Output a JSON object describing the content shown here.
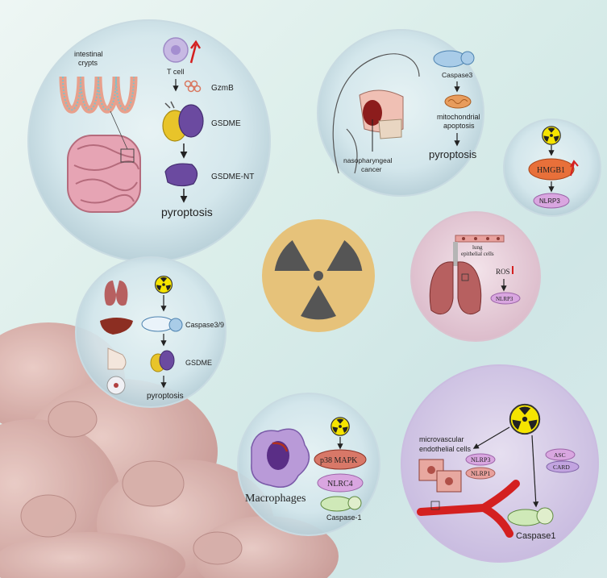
{
  "intestine_panel": {
    "crypts_label_1": "intestinal",
    "crypts_label_2": "crypts",
    "tcell": "T cell",
    "gzmb": "GzmB",
    "gsdme": "GSDME",
    "gsdme_nt": "GSDME-NT",
    "pyroptosis": "pyroptosis"
  },
  "npc_panel": {
    "caspase": "Caspase3",
    "mito_1": "mitochondrial",
    "mito_2": "apoptosis",
    "pyroptosis": "pyroptosis",
    "cancer_1": "nasopharyngeal",
    "cancer_2": "cancer"
  },
  "hmgb1_panel": {
    "hmgb1": "HMGB1",
    "nlrp3": "NLRP3"
  },
  "lung_panel": {
    "lung_1": "lung",
    "lung_2": "epithelial cells",
    "ros": "ROS",
    "nlrp3": "NLRP3"
  },
  "organ_panel": {
    "caspase": "Caspase3/9",
    "gsdme": "GSDME",
    "pyroptosis": "pyroptosis"
  },
  "macrophage_panel": {
    "macrophages": "Macrophages",
    "p38": "p38 MAPK",
    "nlrc4": "NLRC4",
    "caspase": "Caspase-1"
  },
  "endothelial_panel": {
    "micro_1": "microvascular",
    "micro_2": "endothelial cells",
    "nlrp3": "NLRP3",
    "nlrp1": "NLRP1",
    "asc": "ASC",
    "card": "CARD",
    "caspase": "Caspase1"
  },
  "colors": {
    "radiation_yellow": "#f5e400",
    "radiation_center": "#e6c27a",
    "purple": "#6b4aa0",
    "gsdme_yellow": "#e8c42a",
    "hmgb1_orange": "#e8703a",
    "nlrp_pink": "#d9a6e0",
    "caspase_green": "#cfe9b8",
    "red_arrow": "#d42020"
  }
}
